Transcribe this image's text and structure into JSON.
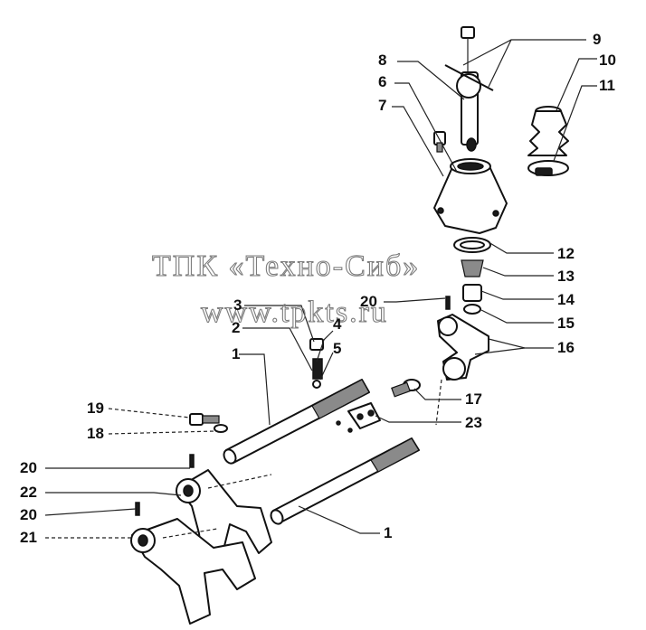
{
  "watermark": {
    "line1": "ТПК «Техно-Сиб»",
    "line2": "www.tpkts.ru"
  },
  "callouts": {
    "c1a": "1",
    "c1b": "1",
    "c2": "2",
    "c3": "3",
    "c4": "4",
    "c5": "5",
    "c6": "6",
    "c7": "7",
    "c8": "8",
    "c9": "9",
    "c10": "10",
    "c11": "11",
    "c12": "12",
    "c13": "13",
    "c14": "14",
    "c15": "15",
    "c16": "16",
    "c17": "17",
    "c18": "18",
    "c19": "19",
    "c20a": "20",
    "c20b": "20",
    "c20c": "20",
    "c21": "21",
    "c22": "22",
    "c23": "23"
  }
}
